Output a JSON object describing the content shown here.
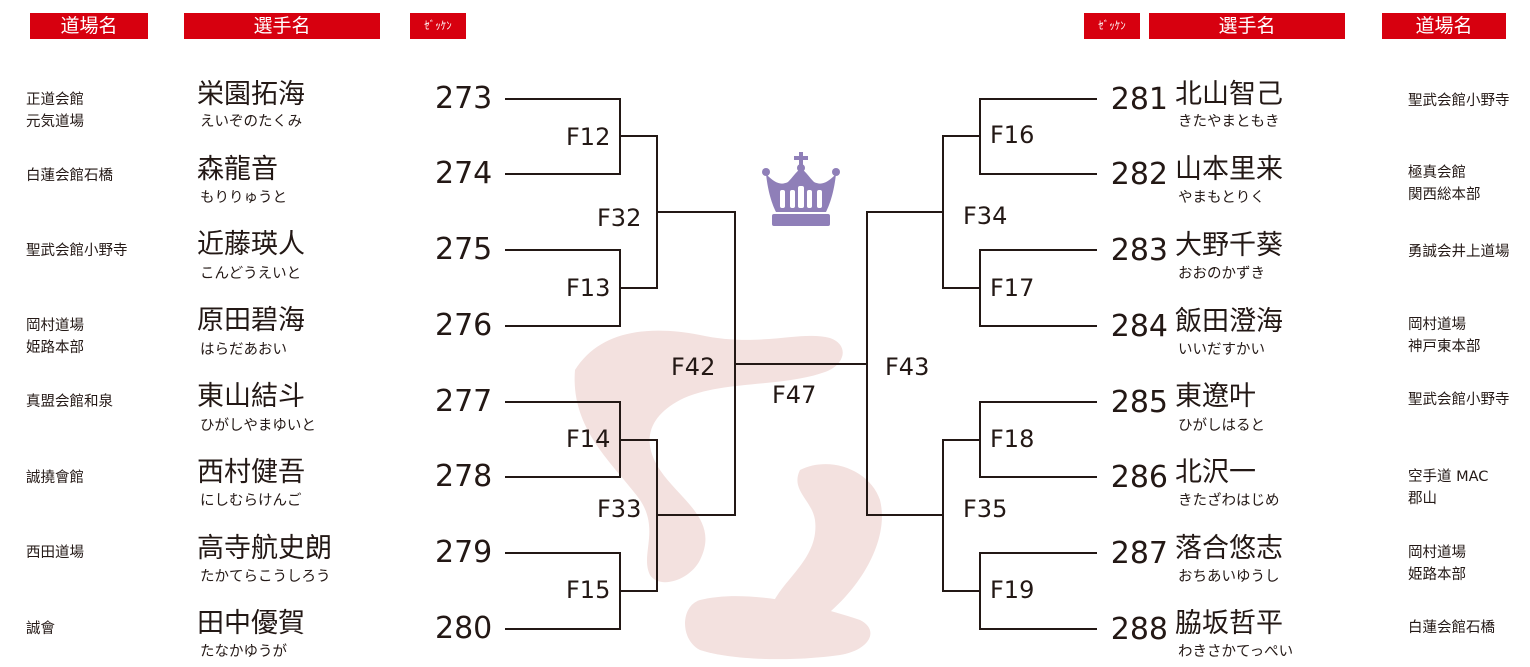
{
  "headers": {
    "left_dojo": "道場名",
    "left_player": "選手名",
    "left_zekken": "ｾﾞｯｹﾝ",
    "right_zekken": "ｾﾞｯｹﾝ",
    "right_player": "選手名",
    "right_dojo": "道場名"
  },
  "left_players": [
    {
      "dojo": "正道会館\n元気道場",
      "name": "栄園拓海",
      "kana": "えいぞのたくみ",
      "zekken": "273"
    },
    {
      "dojo": "白蓮会館石橋",
      "name": "森龍音",
      "kana": "もりりゅうと",
      "zekken": "274"
    },
    {
      "dojo": "聖武会館小野寺",
      "name": "近藤瑛人",
      "kana": "こんどうえいと",
      "zekken": "275"
    },
    {
      "dojo": "岡村道場\n姫路本部",
      "name": "原田碧海",
      "kana": "はらだあおい",
      "zekken": "276"
    },
    {
      "dojo": "真盟会館和泉",
      "name": "東山結斗",
      "kana": "ひがしやまゆいと",
      "zekken": "277"
    },
    {
      "dojo": "誠撓會館",
      "name": "西村健吾",
      "kana": "にしむらけんご",
      "zekken": "278"
    },
    {
      "dojo": "西田道場",
      "name": "高寺航史朗",
      "kana": "たかてらこうしろう",
      "zekken": "279"
    },
    {
      "dojo": "誠會",
      "name": "田中優賀",
      "kana": "たなかゆうが",
      "zekken": "280"
    }
  ],
  "right_players": [
    {
      "dojo": "聖武会館小野寺",
      "name": "北山智己",
      "kana": "きたやまともき",
      "zekken": "281"
    },
    {
      "dojo": "極真会館\n関西総本部",
      "name": "山本里来",
      "kana": "やまもとりく",
      "zekken": "282"
    },
    {
      "dojo": "勇誠会井上道場",
      "name": "大野千葵",
      "kana": "おおのかずき",
      "zekken": "283"
    },
    {
      "dojo": "岡村道場\n神戸東本部",
      "name": "飯田澄海",
      "kana": "いいだすかい",
      "zekken": "284"
    },
    {
      "dojo": "聖武会館小野寺",
      "name": "東遼叶",
      "kana": "ひがしはると",
      "zekken": "285"
    },
    {
      "dojo": "空手道 MAC\n郡山",
      "name": "北沢一",
      "kana": "きたざわはじめ",
      "zekken": "286"
    },
    {
      "dojo": "岡村道場\n姫路本部",
      "name": "落合悠志",
      "kana": "おちあいゆうし",
      "zekken": "287"
    },
    {
      "dojo": "白蓮会館石橋",
      "name": "脇坂哲平",
      "kana": "わきさかてっぺい",
      "zekken": "288"
    }
  ],
  "matches": {
    "F12": "F12",
    "F13": "F13",
    "F14": "F14",
    "F15": "F15",
    "F16": "F16",
    "F17": "F17",
    "F18": "F18",
    "F19": "F19",
    "F32": "F32",
    "F33": "F33",
    "F34": "F34",
    "F35": "F35",
    "F42": "F42",
    "F43": "F43",
    "F47": "F47"
  },
  "colors": {
    "header_red": "#d7000f",
    "crown_purple": "#8f7fb8",
    "watermark": "#f3e1df"
  },
  "icons": {
    "crown": "crown-icon",
    "watermark": "calligraphy-watermark"
  }
}
